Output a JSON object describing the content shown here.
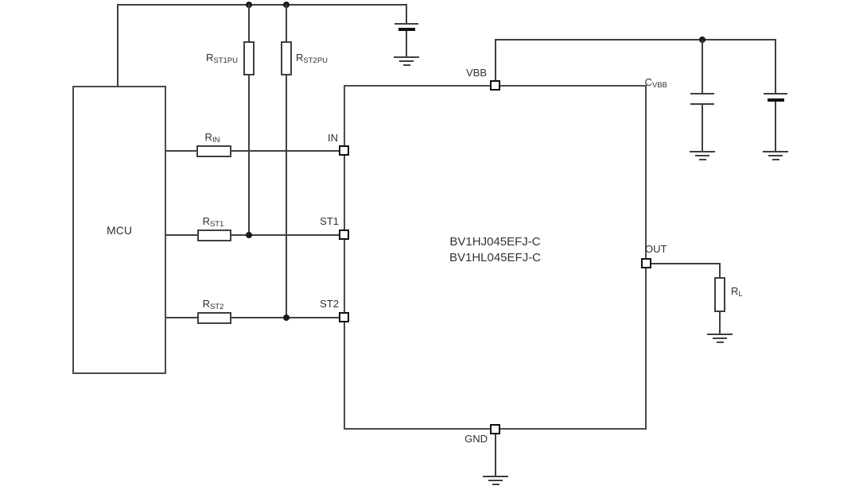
{
  "schematic": {
    "mcu": {
      "label": "MCU"
    },
    "ic": {
      "name_line1": "BV1HJ045EFJ-C",
      "name_line2": "BV1HL045EFJ-C"
    },
    "pins": {
      "vbb": "VBB",
      "in": "IN",
      "st1": "ST1",
      "st2": "ST2",
      "out": "OUT",
      "gnd": "GND"
    },
    "components": {
      "r_st1pu": {
        "base": "R",
        "sub": "ST1PU"
      },
      "r_st2pu": {
        "base": "R",
        "sub": "ST2PU"
      },
      "r_in": {
        "base": "R",
        "sub": "IN"
      },
      "r_st1": {
        "base": "R",
        "sub": "ST1"
      },
      "r_st2": {
        "base": "R",
        "sub": "ST2"
      },
      "r_l": {
        "base": "R",
        "sub": "L"
      },
      "c_vbb": {
        "base": "C",
        "sub": "VBB"
      }
    },
    "colors": {
      "line": "#3f3f3f",
      "text": "#2f2f2f",
      "background": "#ffffff"
    }
  }
}
